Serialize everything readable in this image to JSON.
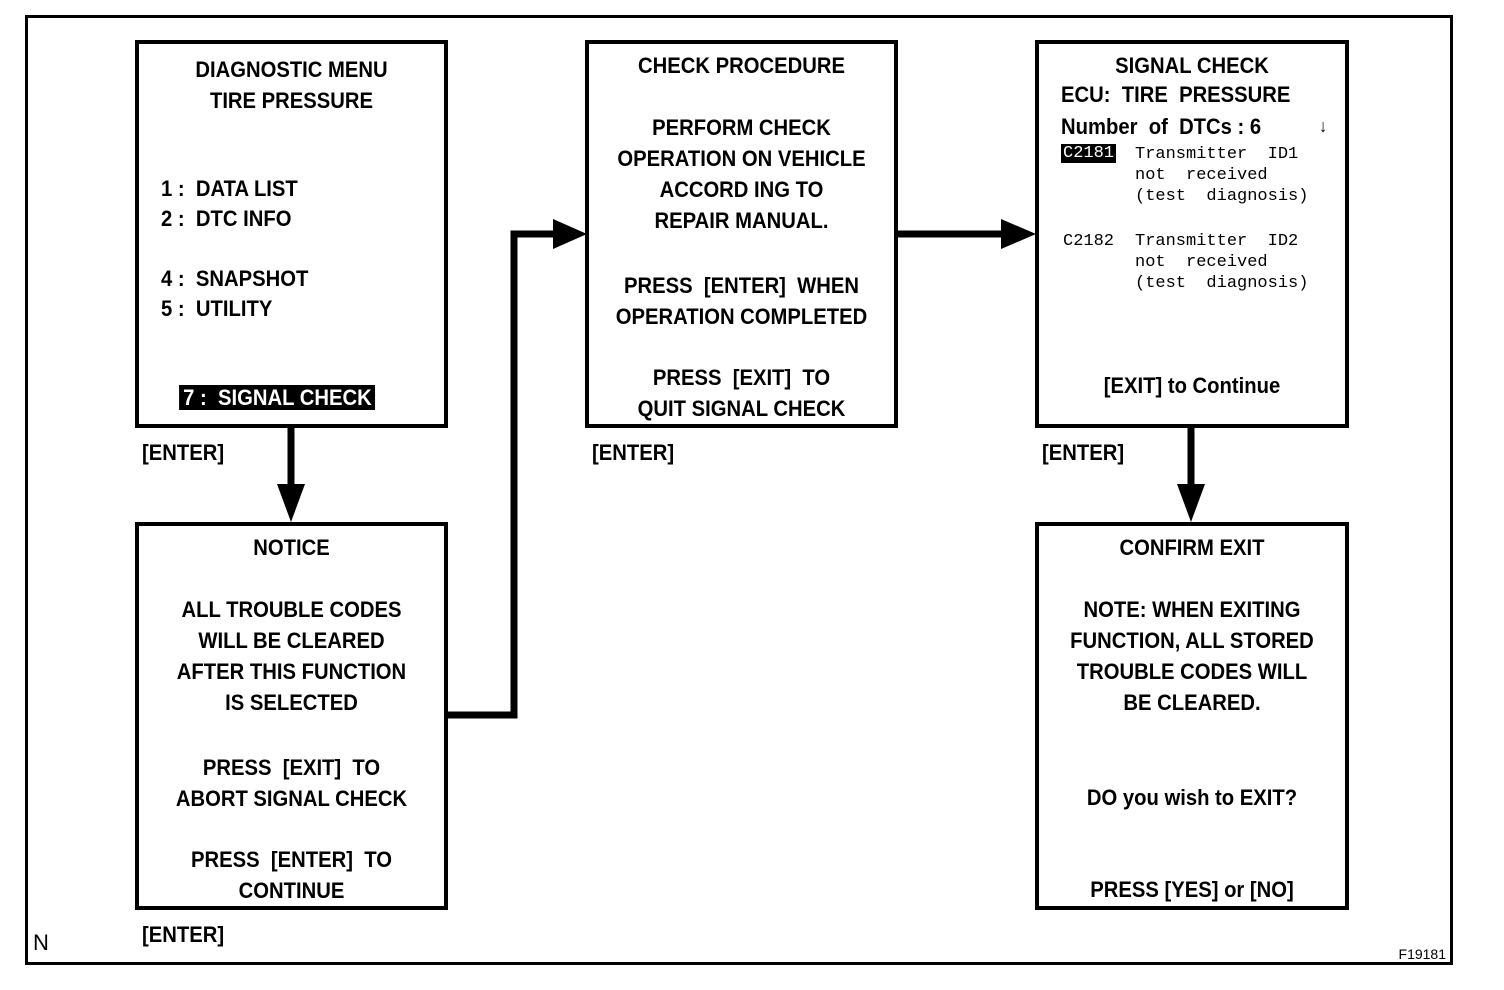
{
  "screen1": {
    "title": [
      "DIAGNOSTIC MENU",
      "TIRE PRESSURE"
    ],
    "items": [
      "1 :  DATA LIST",
      "2 :  DTC INFO",
      "4 :  SNAPSHOT",
      "5 :  UTILITY"
    ],
    "selected": "7 :  SIGNAL CHECK",
    "key_label": "[ENTER]"
  },
  "screen2": {
    "title": "CHECK PROCEDURE",
    "body": [
      "PERFORM CHECK",
      "OPERATION ON VEHICLE",
      "ACCORD ING TO",
      "REPAIR MANUAL."
    ],
    "press1": [
      "PRESS  [ENTER]  WHEN",
      "OPERATION COMPLETED"
    ],
    "press2": [
      "PRESS  [EXIT]  TO",
      "QUIT SIGNAL CHECK"
    ],
    "key_label": "[ENTER]"
  },
  "screen3": {
    "title": "SIGNAL CHECK",
    "ecu": "ECU:  TIRE  PRESSURE",
    "dtc_count": "Number  of  DTCs : 6",
    "scroll_indicator": "↓",
    "dtcs": [
      {
        "code": "C2181",
        "desc": "Transmitter  ID1\nnot  received\n(test  diagnosis)",
        "selected": true
      },
      {
        "code": "C2182",
        "desc": "Transmitter  ID2\nnot  received\n(test  diagnosis)",
        "selected": false
      }
    ],
    "footer": "[EXIT]  to  Continue",
    "key_label": "[ENTER]"
  },
  "screen4": {
    "title": "NOTICE",
    "body": [
      "ALL TROUBLE CODES",
      "WILL BE CLEARED",
      "AFTER THIS FUNCTION",
      "IS SELECTED"
    ],
    "press1": [
      "PRESS  [EXIT]  TO",
      "ABORT SIGNAL CHECK"
    ],
    "press2": [
      "PRESS  [ENTER]  TO",
      "CONTINUE"
    ],
    "key_label": "[ENTER]"
  },
  "screen5": {
    "title": "CONFIRM EXIT",
    "body": [
      "NOTE: WHEN EXITING",
      "FUNCTION, ALL STORED",
      "TROUBLE CODES WILL",
      "BE CLEARED."
    ],
    "question": "DO you wish to EXIT?",
    "prompt": "PRESS  [YES]  or  [NO]"
  },
  "figure_id": "F19181",
  "corner_mark": "N"
}
